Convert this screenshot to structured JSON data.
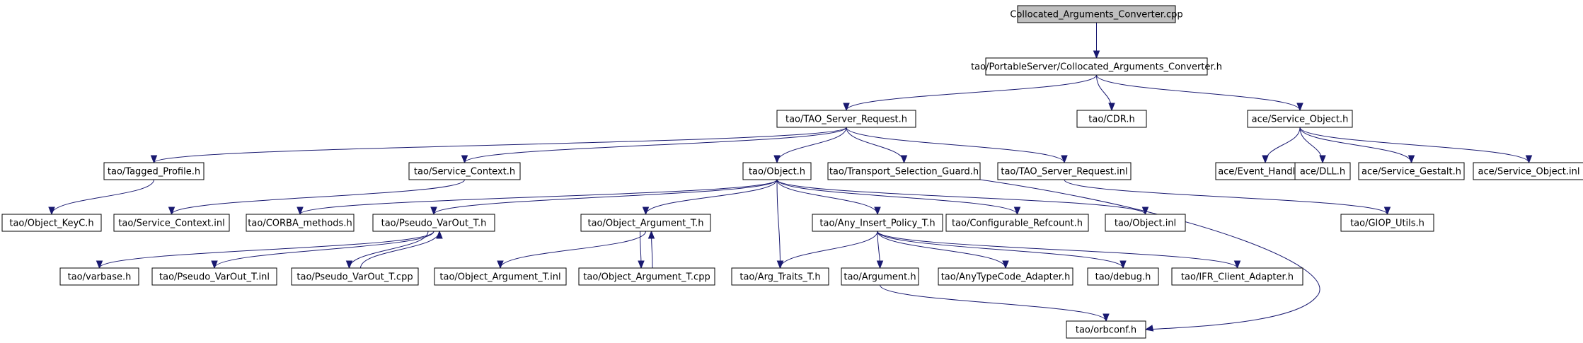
{
  "diagram": {
    "colors": {
      "edge": "#191970",
      "root_fill": "#bfbfbf",
      "node_fill": "#ffffff",
      "border": "#000000"
    },
    "nodes": [
      {
        "id": "root",
        "label": "Collocated_Arguments_Converter.cpp",
        "root": true
      },
      {
        "id": "cac_h",
        "label": "tao/PortableServer/Collocated_Arguments_Converter.h"
      },
      {
        "id": "tsr_h",
        "label": "tao/TAO_Server_Request.h"
      },
      {
        "id": "cdr_h",
        "label": "tao/CDR.h"
      },
      {
        "id": "svc_obj_h",
        "label": "ace/Service_Object.h"
      },
      {
        "id": "tagged",
        "label": "tao/Tagged_Profile.h"
      },
      {
        "id": "svc_ctx_h",
        "label": "tao/Service_Context.h"
      },
      {
        "id": "object_h",
        "label": "tao/Object.h"
      },
      {
        "id": "tsg_h",
        "label": "tao/Transport_Selection_Guard.h"
      },
      {
        "id": "tsr_inl",
        "label": "tao/TAO_Server_Request.inl"
      },
      {
        "id": "evh",
        "label": "ace/Event_Handler.h"
      },
      {
        "id": "dll",
        "label": "ace/DLL.h"
      },
      {
        "id": "gestalt",
        "label": "ace/Service_Gestalt.h"
      },
      {
        "id": "svc_obj_inl",
        "label": "ace/Service_Object.inl"
      },
      {
        "id": "keyc",
        "label": "tao/Object_KeyC.h"
      },
      {
        "id": "svc_ctx_inl",
        "label": "tao/Service_Context.inl"
      },
      {
        "id": "corba_m",
        "label": "tao/CORBA_methods.h"
      },
      {
        "id": "pvo_h",
        "label": "tao/Pseudo_VarOut_T.h"
      },
      {
        "id": "oat_h",
        "label": "tao/Object_Argument_T.h"
      },
      {
        "id": "aip_h",
        "label": "tao/Any_Insert_Policy_T.h"
      },
      {
        "id": "cref",
        "label": "tao/Configurable_Refcount.h"
      },
      {
        "id": "obj_inl",
        "label": "tao/Object.inl"
      },
      {
        "id": "giop",
        "label": "tao/GIOP_Utils.h"
      },
      {
        "id": "varbase",
        "label": "tao/varbase.h"
      },
      {
        "id": "pvo_inl",
        "label": "tao/Pseudo_VarOut_T.inl"
      },
      {
        "id": "pvo_cpp",
        "label": "tao/Pseudo_VarOut_T.cpp"
      },
      {
        "id": "oat_inl",
        "label": "tao/Object_Argument_T.inl"
      },
      {
        "id": "oat_cpp",
        "label": "tao/Object_Argument_T.cpp"
      },
      {
        "id": "argt",
        "label": "tao/Arg_Traits_T.h"
      },
      {
        "id": "arg_h",
        "label": "tao/Argument.h"
      },
      {
        "id": "anytc",
        "label": "tao/AnyTypeCode_Adapter.h"
      },
      {
        "id": "debug",
        "label": "tao/debug.h"
      },
      {
        "id": "ifr",
        "label": "tao/IFR_Client_Adapter.h"
      },
      {
        "id": "orbconf",
        "label": "tao/orbconf.h"
      }
    ],
    "edges": [
      [
        "root",
        "cac_h"
      ],
      [
        "cac_h",
        "tsr_h"
      ],
      [
        "cac_h",
        "cdr_h"
      ],
      [
        "cac_h",
        "svc_obj_h"
      ],
      [
        "tsr_h",
        "tagged"
      ],
      [
        "tsr_h",
        "svc_ctx_h"
      ],
      [
        "tsr_h",
        "object_h"
      ],
      [
        "tsr_h",
        "tsg_h"
      ],
      [
        "tsr_h",
        "tsr_inl"
      ],
      [
        "svc_obj_h",
        "evh"
      ],
      [
        "svc_obj_h",
        "dll"
      ],
      [
        "svc_obj_h",
        "gestalt"
      ],
      [
        "svc_obj_h",
        "svc_obj_inl"
      ],
      [
        "tagged",
        "keyc"
      ],
      [
        "svc_ctx_h",
        "svc_ctx_inl"
      ],
      [
        "object_h",
        "corba_m"
      ],
      [
        "object_h",
        "pvo_h"
      ],
      [
        "object_h",
        "oat_h"
      ],
      [
        "object_h",
        "argt"
      ],
      [
        "object_h",
        "aip_h"
      ],
      [
        "object_h",
        "cref"
      ],
      [
        "object_h",
        "obj_inl"
      ],
      [
        "tsg_h",
        "orbconf"
      ],
      [
        "tsr_inl",
        "giop"
      ],
      [
        "pvo_h",
        "varbase"
      ],
      [
        "pvo_h",
        "pvo_inl"
      ],
      [
        "pvo_h",
        "pvo_cpp"
      ],
      [
        "pvo_cpp",
        "pvo_h"
      ],
      [
        "oat_h",
        "oat_inl"
      ],
      [
        "oat_h",
        "oat_cpp"
      ],
      [
        "oat_cpp",
        "oat_h"
      ],
      [
        "aip_h",
        "argt"
      ],
      [
        "aip_h",
        "arg_h"
      ],
      [
        "aip_h",
        "anytc"
      ],
      [
        "aip_h",
        "debug"
      ],
      [
        "aip_h",
        "ifr"
      ],
      [
        "arg_h",
        "orbconf"
      ]
    ]
  }
}
